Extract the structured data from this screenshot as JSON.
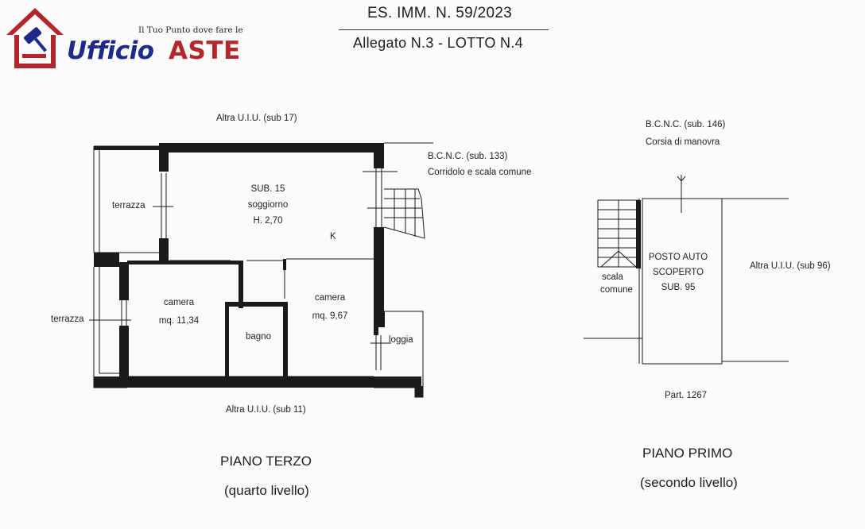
{
  "logo": {
    "tagline": "Il Tuo Punto dove fare le",
    "word1": "Ufficio",
    "word2": "ASTE",
    "color_red": "#b3262c",
    "color_blue": "#1d2a8a",
    "icon": "auction-house-icon"
  },
  "header": {
    "title": "ES. IMM.  N. 59/2023",
    "subtitle": "Allegato N.3 - LOTTO N.4"
  },
  "plan_left": {
    "top_neighbor": "Altra U.I.U. (sub 17)",
    "bottom_neighbor": "Altra U.I.U. (sub 11)",
    "bcnc_line1": "B.C.N.C. (sub. 133)",
    "bcnc_line2": "Corridolo e scala comune",
    "terrace_top": "terrazza",
    "terrace_left": "terrazza",
    "living_line1": "SUB. 15",
    "living_line2": "soggiorno",
    "living_line3": "H. 2,70",
    "kitchen_mark": "K",
    "room1_name": "camera",
    "room1_area": "mq. 11,34",
    "room2_name": "camera",
    "room2_area": "mq. 9,67",
    "bath": "bagno",
    "loggia": "loggia",
    "floor_name": "PIANO TERZO",
    "floor_level": "(quarto livello)"
  },
  "plan_right": {
    "bcnc_line1": "B.C.N.C. (sub. 146)",
    "bcnc_line2": "Corsia di manovra",
    "stair_line1": "scala",
    "stair_line2": "comune",
    "parking_line1": "POSTO AUTO",
    "parking_line2": "SCOPERTO",
    "parking_line3": "SUB. 95",
    "neighbor": "Altra U.I.U. (sub 96)",
    "parcel": "Part. 1267",
    "floor_name": "PIANO PRIMO",
    "floor_level": "(secondo livello)"
  }
}
